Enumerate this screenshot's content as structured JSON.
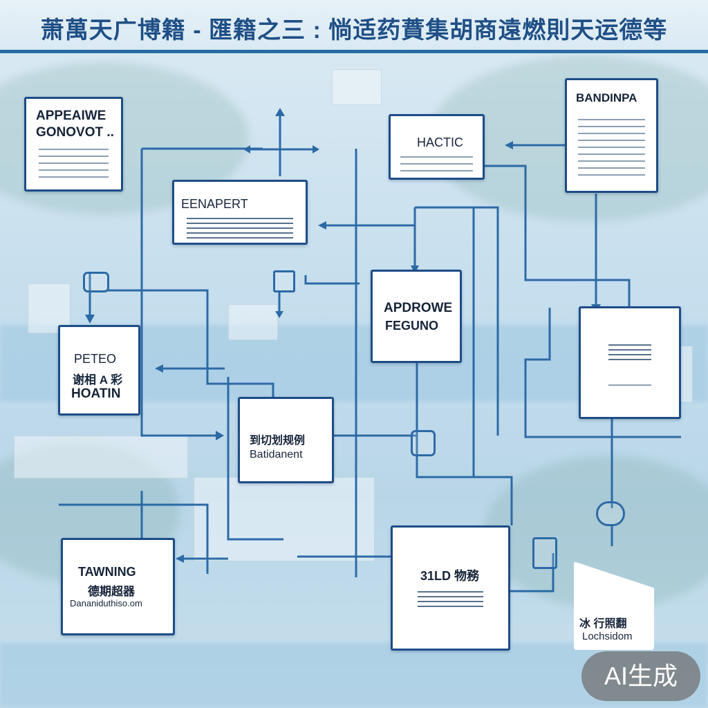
{
  "header": {
    "title": "萧萬天广博籍 - 匯籍之三 : 惝适药蕡集胡商遠燃則天运德等"
  },
  "cards": {
    "appeal": {
      "line1": "APPEAIWE",
      "line2": "GONOVOT .."
    },
    "enapert": {
      "title": "EENAPERT"
    },
    "hactic": {
      "title": "HACTIC"
    },
    "bandinpa": {
      "title": "BANDINPA"
    },
    "apdrowe": {
      "line1": "APDROWE",
      "line2": "FEGUNO"
    },
    "peteo": {
      "line1": "PETEO",
      "line2": "谢相 A 彩",
      "line3": "HOATIN"
    },
    "center": {
      "line1": "到切划规例",
      "line2": "Batidanent"
    },
    "tawning": {
      "line1": "TAWNING",
      "line2": "德期超器",
      "line3": "Dananiduthiso.om"
    },
    "sild": {
      "title": "31LD 物務"
    },
    "corner": {
      "line1": "冰 行照翻",
      "line2": "Lochsidom"
    }
  },
  "watermark": {
    "label": "AI生成"
  },
  "colors": {
    "accent": "#2c6aa6",
    "card_border": "#1d4c86",
    "title": "#1f4f86"
  }
}
